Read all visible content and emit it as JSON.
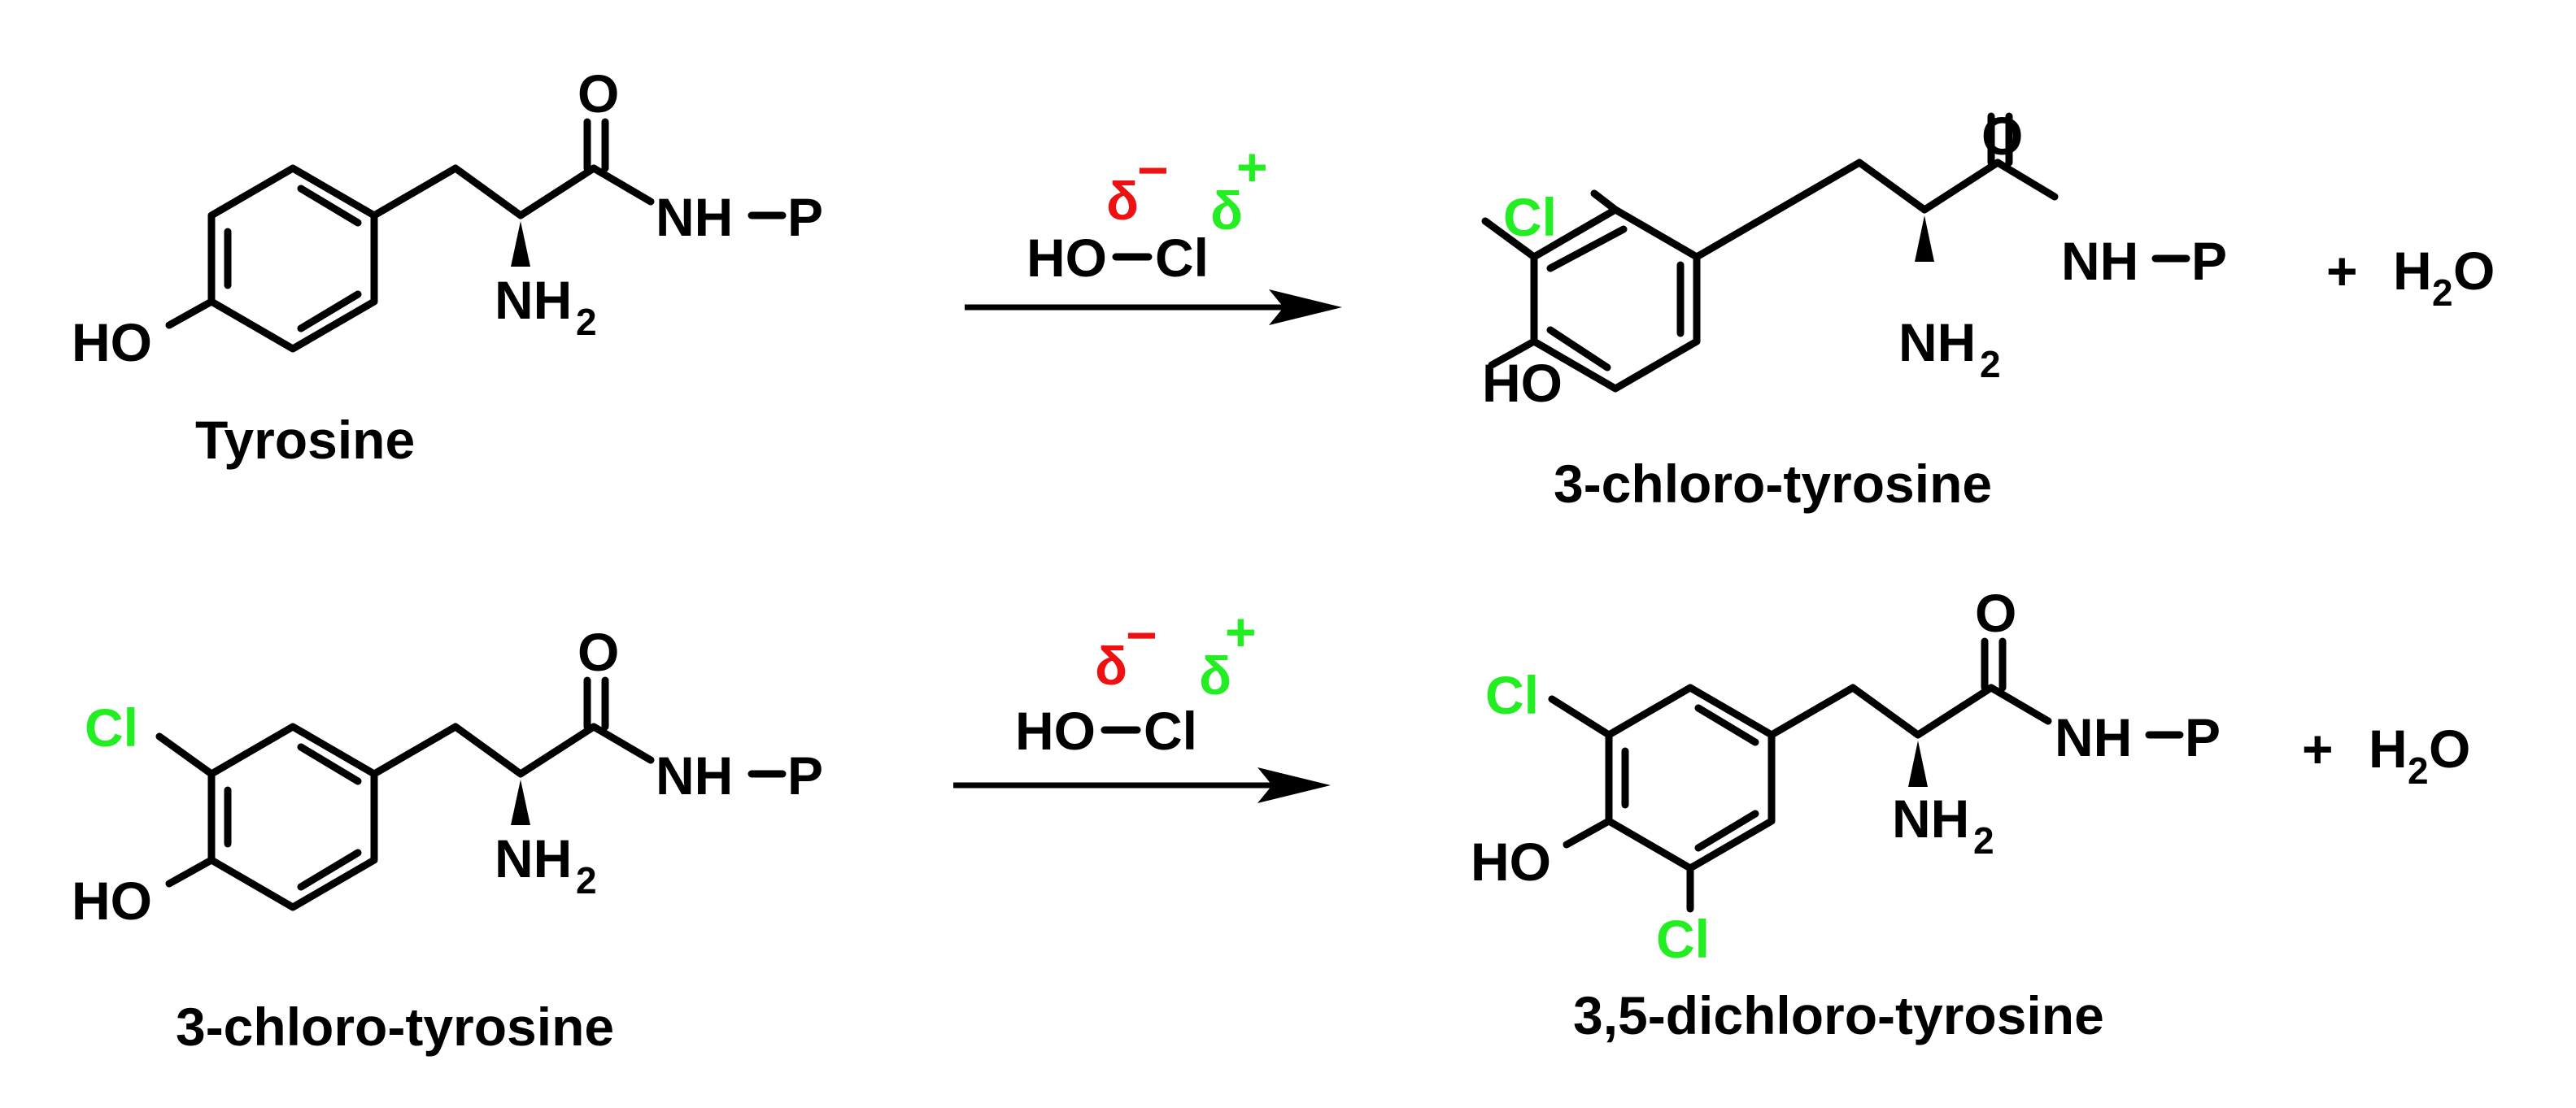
{
  "colors": {
    "chlorine": "#22ee22",
    "delta_minus": "#ee1111",
    "delta_plus": "#22ee22",
    "ink": "#000000"
  },
  "atoms": {
    "O": "O",
    "NH": "NH",
    "P": "P",
    "N": "NH",
    "sub2": "2",
    "HO": "HO",
    "Cl": "Cl"
  },
  "reagent": {
    "delta": "δ",
    "minus": "−",
    "plus": "+",
    "ho": "HO",
    "cl": "Cl"
  },
  "byproduct": {
    "plus": "+",
    "H": "H",
    "sub": "2",
    "O": "O"
  },
  "reactions": [
    {
      "reactant_name": "Tyrosine",
      "product_name": "3-chloro-tyrosine"
    },
    {
      "reactant_name": "3-chloro-tyrosine",
      "product_name": "3,5-dichloro-tyrosine"
    }
  ]
}
